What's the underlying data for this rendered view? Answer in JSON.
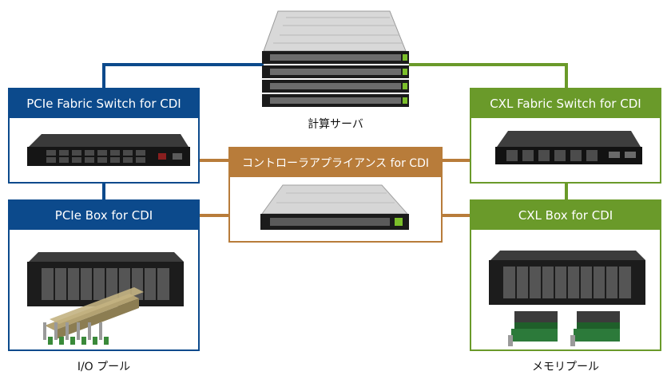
{
  "nodes": {
    "compute_server": {
      "caption": "計算サーバ"
    },
    "pcie_switch": {
      "title": "PCIe Fabric Switch for CDI"
    },
    "pcie_box": {
      "title": "PCIe Box for CDI",
      "caption": "I/O プール"
    },
    "cxl_switch": {
      "title": "CXL Fabric Switch for CDI"
    },
    "cxl_box": {
      "title": "CXL Box for CDI",
      "caption": "メモリプール"
    },
    "controller": {
      "title": "コントローラアプライアンス for CDI"
    }
  },
  "colors": {
    "pcie_blue": "#0c4a8c",
    "cxl_green": "#6a9a2a",
    "controller_brown": "#b87c3a"
  }
}
